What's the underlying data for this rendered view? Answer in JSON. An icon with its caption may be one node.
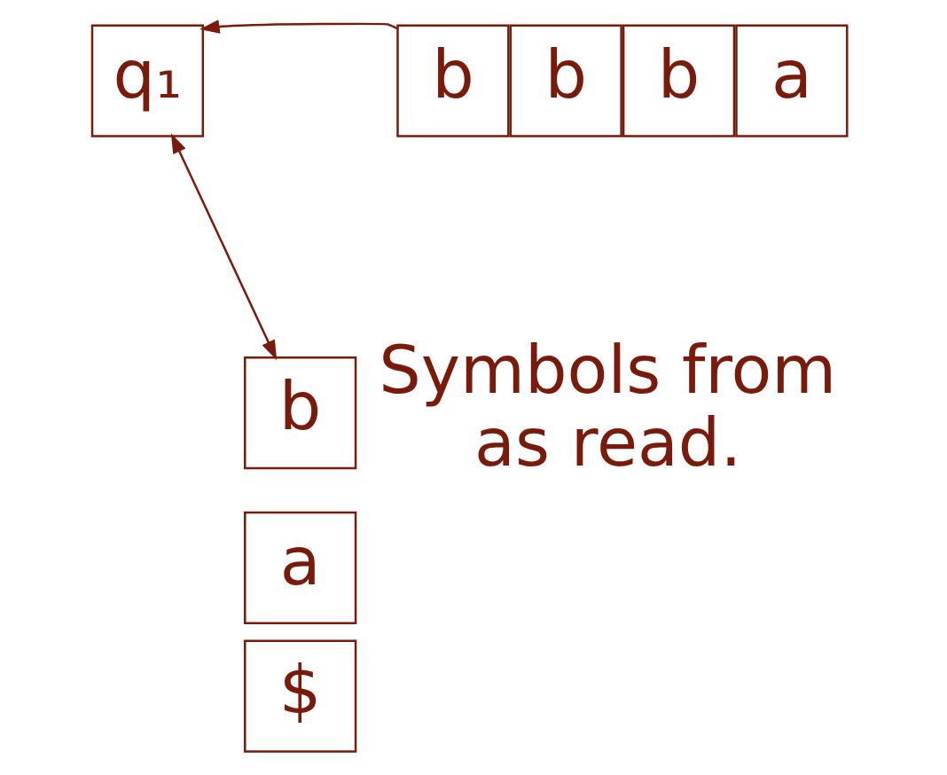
{
  "diagram": {
    "nodes": [
      {
        "text": [
          "q₁"
        ]
      },
      {
        "text": [
          "b"
        ]
      },
      {
        "text": [
          "b"
        ]
      },
      {
        "text": [
          "b"
        ]
      },
      {
        "text": [
          "a"
        ]
      },
      {
        "text": [
          "b"
        ]
      },
      {
        "text": [
          "a"
        ]
      },
      {
        "text": [
          "$"
        ]
      }
    ],
    "edges": [
      {
        "from": 1,
        "to": 0,
        "arrow": "to"
      },
      {
        "from": 0,
        "to": 5,
        "arrow": "both"
      }
    ],
    "labels": [
      "Symbols from as read."
    ]
  }
}
